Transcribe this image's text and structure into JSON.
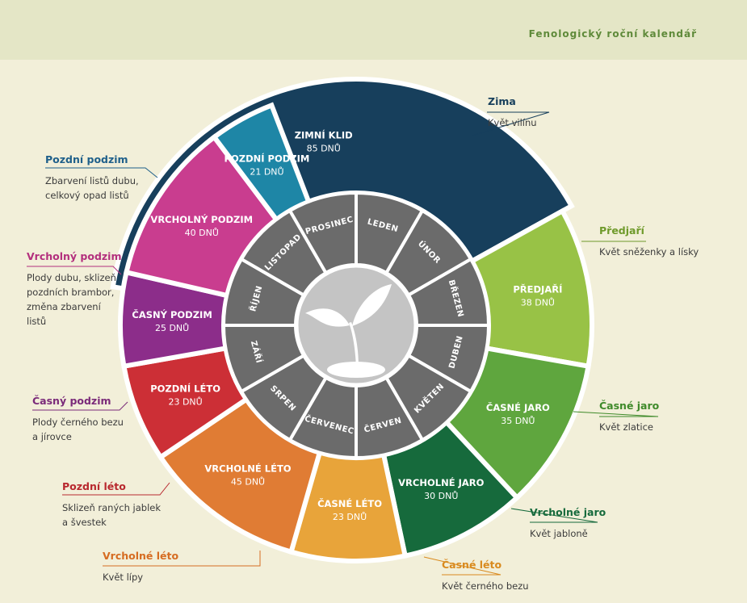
{
  "header": {
    "title": "Fenologický roční kalendář"
  },
  "colors": {
    "background": "#f2efd9",
    "header": "#e4e6c6",
    "inner_ring": "#6b6b6b",
    "hub": "#c4c4c4"
  },
  "segments": [
    {
      "key": "zima",
      "name": "ZIMNÍ KLID",
      "days": "85 DNŮ",
      "color": "#173f5c"
    },
    {
      "key": "predjari",
      "name": "PŘEDJAŘÍ",
      "days": "38 DNŮ",
      "color": "#98c246"
    },
    {
      "key": "casne_jaro",
      "name": "ČASNÉ JARO",
      "days": "35 DNŮ",
      "color": "#5fa63e"
    },
    {
      "key": "vrcholne_jaro",
      "name": "VRCHOLNÉ JARO",
      "days": "30 DNŮ",
      "color": "#166a3c"
    },
    {
      "key": "casne_leto",
      "name": "ČASNÉ LÉTO",
      "days": "23 DNŮ",
      "color": "#e8a43a"
    },
    {
      "key": "vrcholne_leto",
      "name": "VRCHOLNÉ LÉTO",
      "days": "45 DNŮ",
      "color": "#e07c34"
    },
    {
      "key": "pozdni_leto",
      "name": "POZDNÍ LÉTO",
      "days": "23 DNŮ",
      "color": "#cc2f36"
    },
    {
      "key": "casny_podzim",
      "name": "ČASNÝ PODZIM",
      "days": "25 DNŮ",
      "color": "#8c2d8a"
    },
    {
      "key": "vrcholny_podzim",
      "name": "VRCHOLNÝ PODZIM",
      "days": "40 DNŮ",
      "color": "#c93d8f"
    },
    {
      "key": "pozdni_podzim",
      "name": "POZDNÍ PODZIM",
      "days": "21 DNŮ",
      "color": "#1e86a6"
    }
  ],
  "months": [
    "LEDEN",
    "ÚNOR",
    "BŘEZEN",
    "DUBEN",
    "KVĚTEN",
    "ČERVEN",
    "ČERVENEC",
    "SRPEN",
    "ZÁŘÍ",
    "ŘÍJEN",
    "LISTOPAD",
    "PROSINEC"
  ],
  "callouts": {
    "zima": {
      "title": "Zima",
      "lines": [
        "Květ vilínu"
      ],
      "color": "#173f5c"
    },
    "predjari": {
      "title": "Předjaří",
      "lines": [
        "Květ sněženky a lísky"
      ],
      "color": "#6f9a2b"
    },
    "casne_jaro": {
      "title": "Časné jaro",
      "lines": [
        "Květ zlatice"
      ],
      "color": "#3f8a2a"
    },
    "vrcholne_jaro": {
      "title": "Vrcholné jaro",
      "lines": [
        "Květ jabloně"
      ],
      "color": "#166a3c"
    },
    "casne_leto": {
      "title": "Časné léto",
      "lines": [
        "Květ černého bezu"
      ],
      "color": "#d98a1e"
    },
    "vrcholne_leto": {
      "title": "Vrcholné léto",
      "lines": [
        "Květ lípy"
      ],
      "color": "#d66c22"
    },
    "pozdni_leto": {
      "title": "Pozdní léto",
      "lines": [
        "Sklizeň raných jablek",
        "a švestek"
      ],
      "color": "#b8282e"
    },
    "casny_podzim": {
      "title": "Časný podzim",
      "lines": [
        "Plody černého bezu",
        "a jírovce"
      ],
      "color": "#7a2a79"
    },
    "vrcholny_podzim": {
      "title": "Vrcholný podzim",
      "lines": [
        "Plody dubu, sklizeň",
        "pozdních brambor,",
        "změna zbarvení",
        "listů"
      ],
      "color": "#b32f7d"
    },
    "pozdni_podzim": {
      "title": "Pozdní podzim",
      "lines": [
        "Zbarvení listů dubu,",
        "celkový opad listů"
      ],
      "color": "#1e5f8a"
    }
  }
}
